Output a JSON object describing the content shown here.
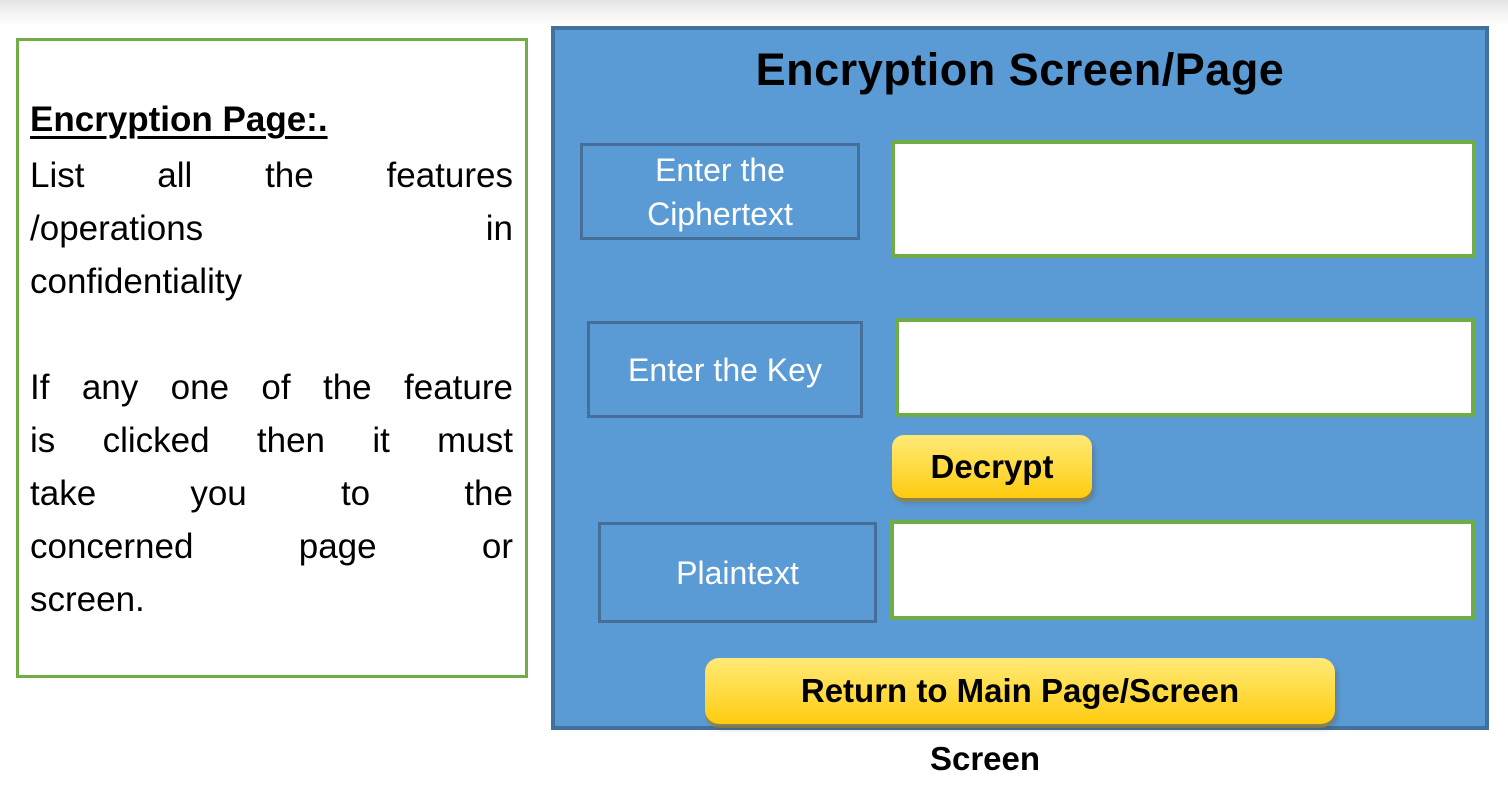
{
  "page": {
    "caption": "Screen"
  },
  "left_note": {
    "heading": "Encryption Page:.",
    "para1_lines": [
      "List all the features",
      "/operations in",
      "confidentiality"
    ],
    "para2_lines": [
      "If any one of the feature",
      "is clicked then it must",
      "take you to the",
      "concerned page or",
      "screen."
    ]
  },
  "encryption_screen": {
    "title": "Encryption Screen/Page",
    "fields": {
      "ciphertext": {
        "label": "Enter the Ciphertext",
        "value": ""
      },
      "key": {
        "label": "Enter the Key",
        "value": ""
      },
      "plaintext": {
        "label": "Plaintext",
        "value": ""
      }
    },
    "buttons": {
      "decrypt": "Decrypt",
      "return": "Return to Main Page/Screen"
    }
  },
  "colors": {
    "panel_blue": "#5B9BD5",
    "panel_border": "#41719C",
    "label_border": "#456E99",
    "accent_green": "#70AD47",
    "button_yellow_top": "#FFE978",
    "button_yellow_bottom": "#FECB0D"
  }
}
